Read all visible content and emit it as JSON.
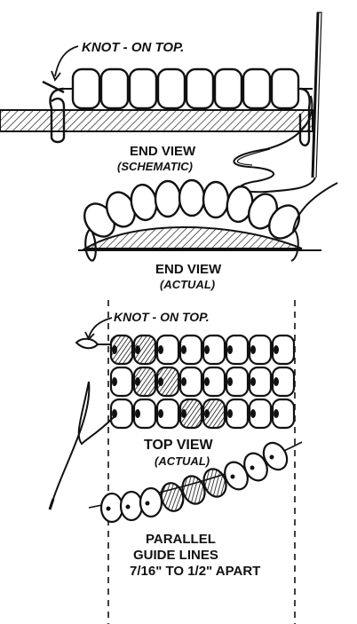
{
  "labels": {
    "knot_top_upper": "KNOT - ON TOP.",
    "end_view_schematic_title": "END VIEW",
    "end_view_schematic_sub": "(SCHEMATIC)",
    "end_view_actual_title": "END VIEW",
    "end_view_actual_sub": "(ACTUAL)",
    "knot_top_lower": "KNOT - ON TOP.",
    "top_view_title": "TOP VIEW",
    "top_view_sub": "(ACTUAL)",
    "parallel_1": "PARALLEL",
    "parallel_2": "GUIDE LINES",
    "parallel_3": "7/16\" TO 1/2\" APART"
  }
}
